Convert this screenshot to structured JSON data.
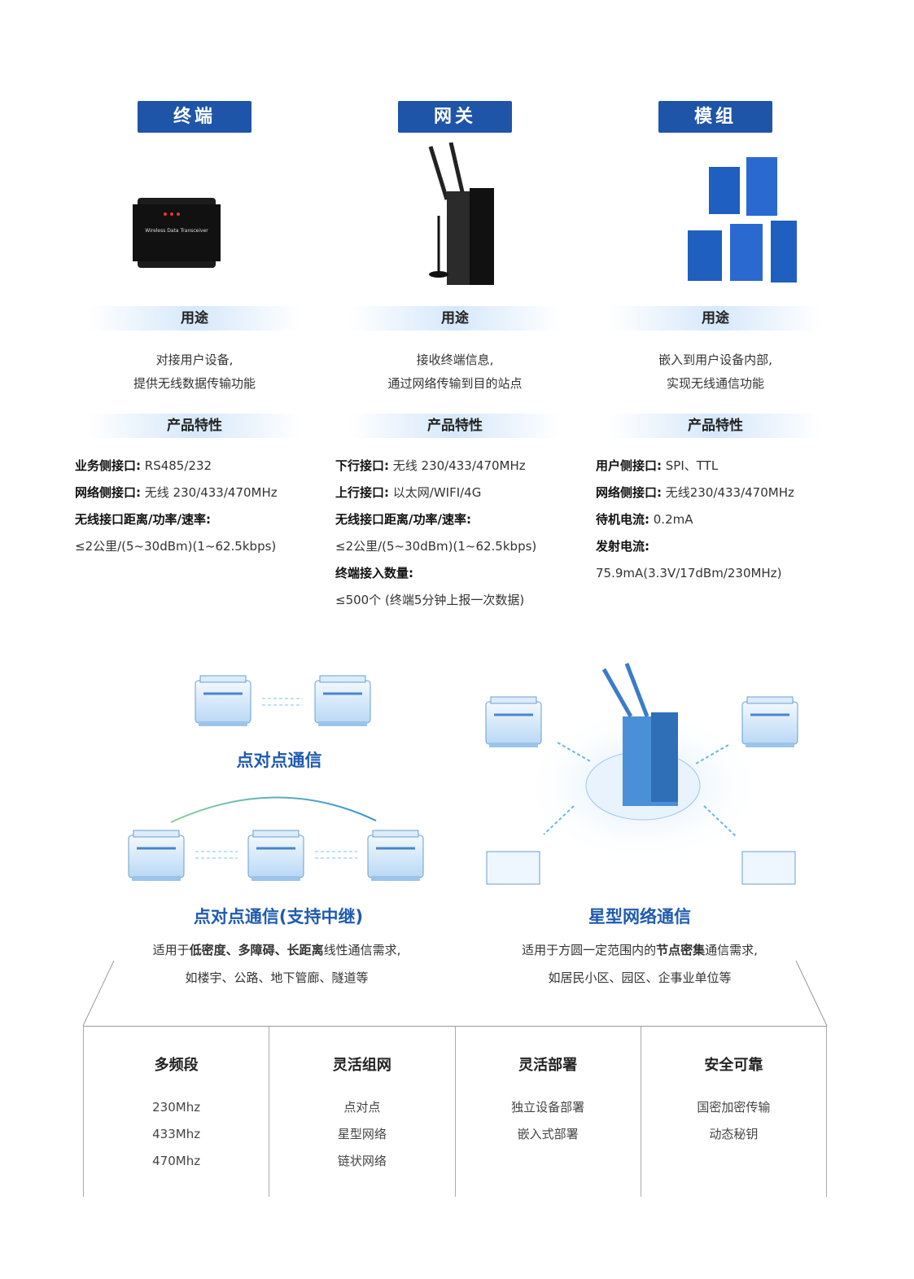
{
  "products": [
    {
      "badge": "终端",
      "usage_label": "用途",
      "usage": [
        "对接用户设备,",
        "提供无线数据传输功能"
      ],
      "features_label": "产品特性",
      "specs": [
        {
          "k": "业务侧接口:",
          "v": " RS485/232"
        },
        {
          "k": "网络侧接口:",
          "v": " 无线 230/433/470MHz"
        },
        {
          "k": "无线接口距离/功率/速率:",
          "v": ""
        },
        {
          "k": "",
          "v": "≤2公里/(5~30dBm)(1~62.5kbps)"
        }
      ],
      "image_text": "Wireless Data Transceiver"
    },
    {
      "badge": "网关",
      "usage_label": "用途",
      "usage": [
        "接收终端信息,",
        "通过网络传输到目的站点"
      ],
      "features_label": "产品特性",
      "specs": [
        {
          "k": "下行接口:",
          "v": " 无线 230/433/470MHz"
        },
        {
          "k": "上行接口:",
          "v": " 以太网/WIFI/4G"
        },
        {
          "k": "无线接口距离/功率/速率:",
          "v": ""
        },
        {
          "k": "",
          "v": "≤2公里/(5~30dBm)(1~62.5kbps)"
        },
        {
          "k": "终端接入数量:",
          "v": ""
        },
        {
          "k": "",
          "v": "≤500个 (终端5分钟上报一次数据)"
        }
      ]
    },
    {
      "badge": "模组",
      "usage_label": "用途",
      "usage": [
        "嵌入到用户设备内部,",
        "实现无线通信功能"
      ],
      "features_label": "产品特性",
      "specs": [
        {
          "k": "用户侧接口:",
          "v": " SPI、TTL"
        },
        {
          "k": "网络侧接口:",
          "v": " 无线230/433/470MHz"
        },
        {
          "k": "待机电流:",
          "v": " 0.2mA"
        },
        {
          "k": "发射电流:",
          "v": ""
        },
        {
          "k": "",
          "v": "75.9mA(3.3V/17dBm/230MHz)"
        }
      ]
    }
  ],
  "diagrams": {
    "p2p_title": "点对点通信",
    "relay_title": "点对点通信(支持中继)",
    "relay_desc1": [
      "适用于",
      "低密度、多障碍、长距离",
      "线性通信需求,"
    ],
    "relay_desc2": "如楼宇、公路、地下管廊、隧道等",
    "star_title": "星型网络通信",
    "star_desc1": [
      "适用于方圆一定范围内的",
      "节点密集",
      "通信需求,"
    ],
    "star_desc2": "如居民小区、园区、企事业单位等"
  },
  "features": [
    {
      "title": "多频段",
      "items": [
        "230Mhz",
        "433Mhz",
        "470Mhz"
      ]
    },
    {
      "title": "灵活组网",
      "items": [
        "点对点",
        "星型网络",
        "链状网络"
      ]
    },
    {
      "title": "灵活部署",
      "items": [
        "独立设备部署",
        "嵌入式部署"
      ]
    },
    {
      "title": "安全可靠",
      "items": [
        "国密加密传输",
        "动态秘钥"
      ]
    }
  ],
  "colors": {
    "accent": "#1e55a8",
    "title_blue": "#1f5bb0"
  }
}
